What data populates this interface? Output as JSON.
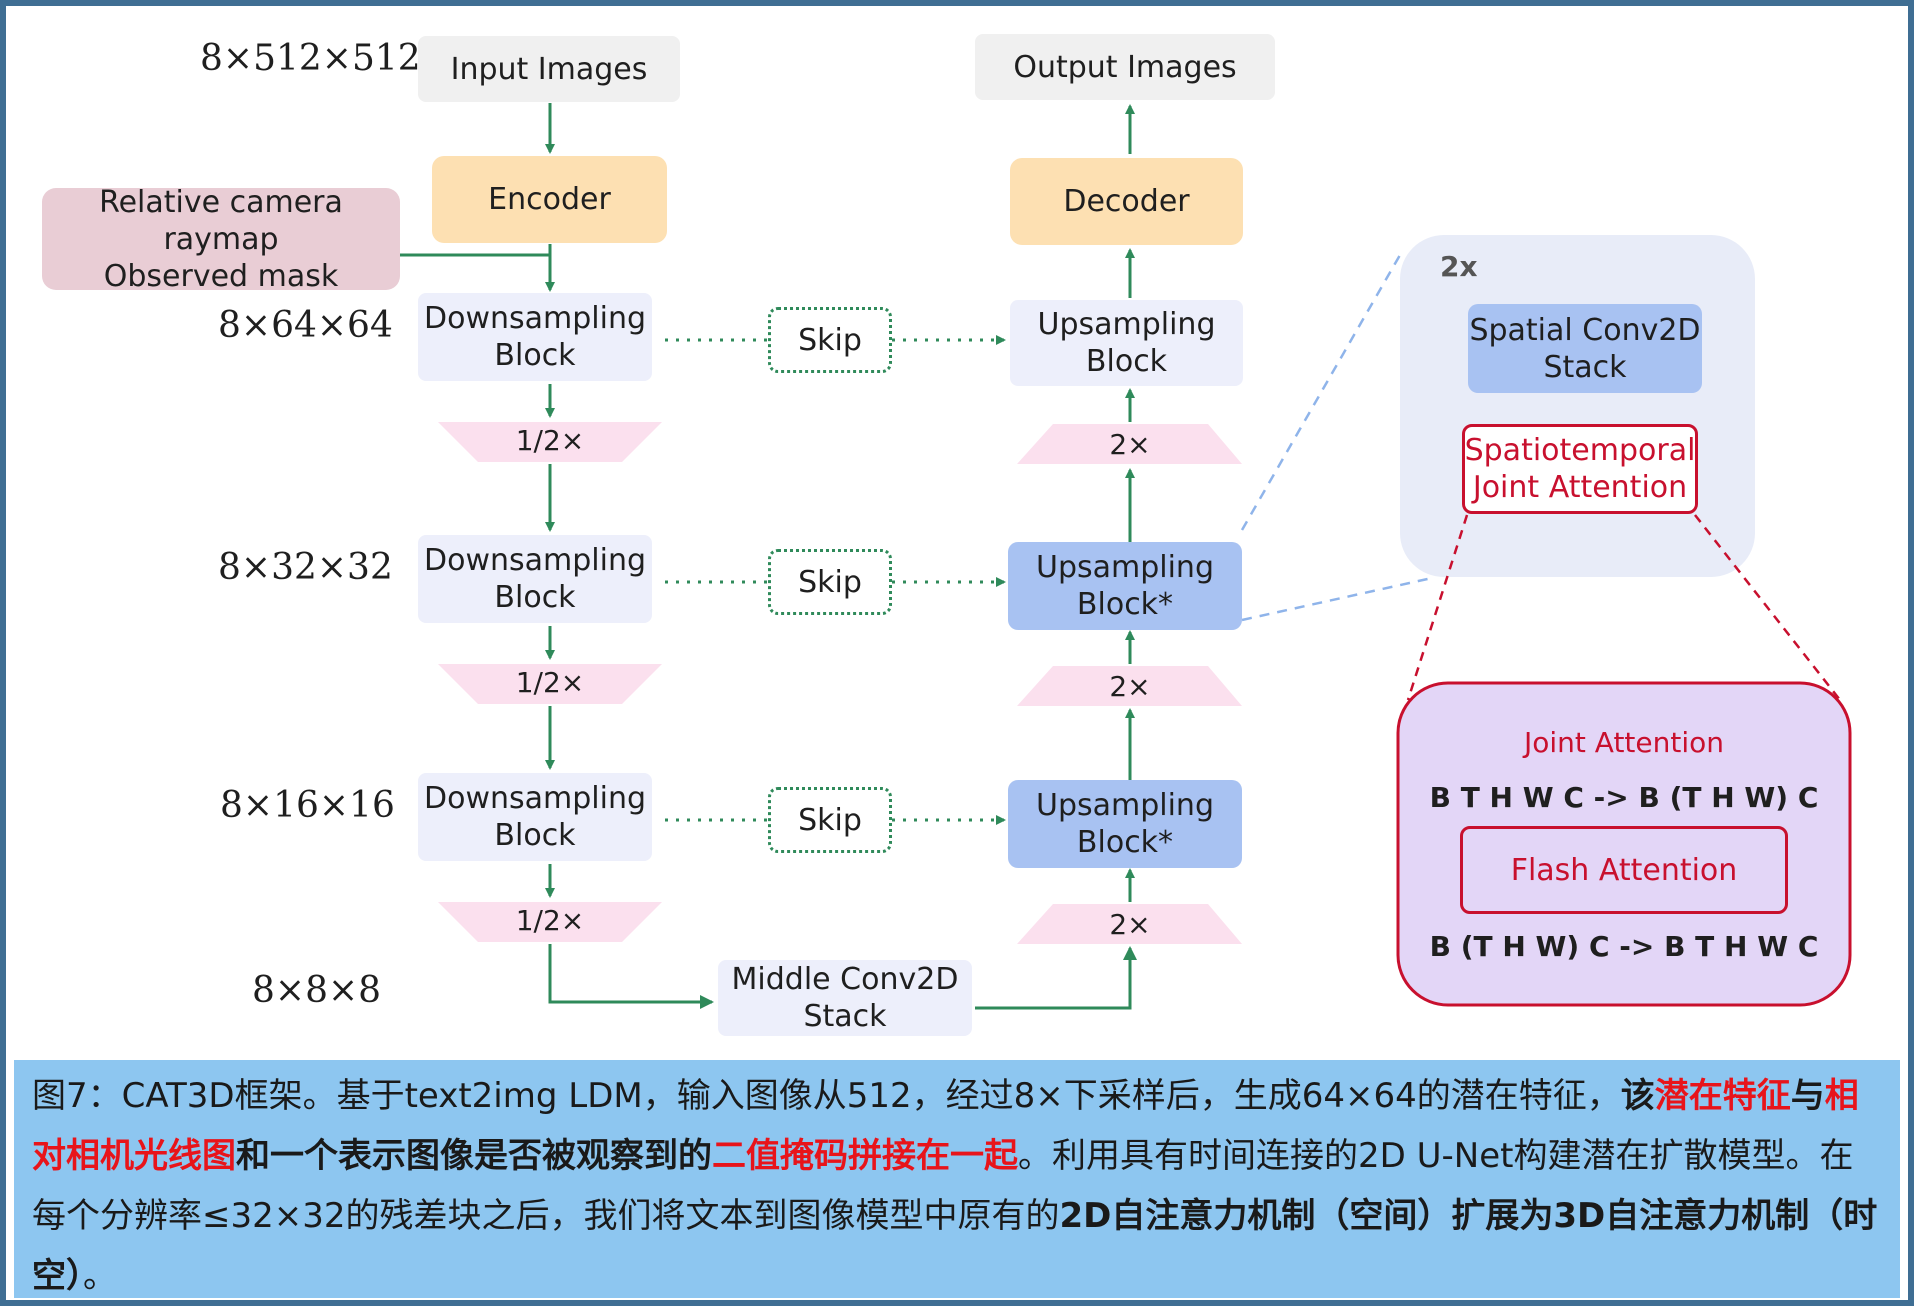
{
  "diagram": {
    "dims": {
      "input": "8×512×512",
      "d64": "8×64×64",
      "d32": "8×32×32",
      "d16": "8×16×16",
      "d8": "8×8×8"
    },
    "input_images": "Input Images",
    "output_images": "Output Images",
    "encoder": "Encoder",
    "decoder": "Decoder",
    "conditioning": [
      "Relative camera raymap",
      "Observed mask"
    ],
    "down_block": [
      "Downsampling",
      "Block"
    ],
    "up_block": [
      "Upsampling",
      "Block"
    ],
    "up_block_star": [
      "Upsampling",
      "Block*"
    ],
    "skip": "Skip",
    "half": "1/2×",
    "double": "2×",
    "middle": [
      "Middle Conv2D",
      "Stack"
    ],
    "zoom": {
      "repeat": "2x",
      "spatial": [
        "Spatial Conv2D",
        "Stack"
      ],
      "spatiotemporal": [
        "Spatiotemporal",
        "Joint Attention"
      ],
      "joint_attention": "Joint Attention",
      "reshape_in": "B T H W C -> B (T H W) C",
      "flash_attention": "Flash Attention",
      "reshape_out": "B (T H W) C -> B T H W C"
    },
    "colors": {
      "arrow": "#2f8a5a",
      "encoder": "#fde0b2",
      "conditioning": "#e9cdd5",
      "block": "#edeffb",
      "block_star": "#a8c2f2",
      "scale": "#fbe0ee",
      "zoom_panel": "#e8ecf8",
      "attention_panel": "#e3d6f7",
      "accent_red": "#c8102e",
      "caption_bg": "#8dc6f0"
    }
  },
  "caption": {
    "p1": "图7：CAT3D框架。基于text2img LDM，输入图像从512，经过8×下采样后，生成64×64的潜在特征，",
    "p2_bold": "该",
    "p3_red": "潜在特征",
    "p4_bold": "与",
    "p5_red": "相对相机光线图",
    "p6_bold": "和一个表示图像是否被观察到的",
    "p7_red": "二值掩码拼接在一起",
    "p8": "。利用具有时间连接的2D U-Net构建潜在扩散模型。在每个分辨率≤32×32的残差块之后，我们将文本到图像模型中原有的",
    "p9_bold": "2D自注意力机制（空间）扩展为3D自注意力机制（时空）",
    "p10": "。"
  }
}
